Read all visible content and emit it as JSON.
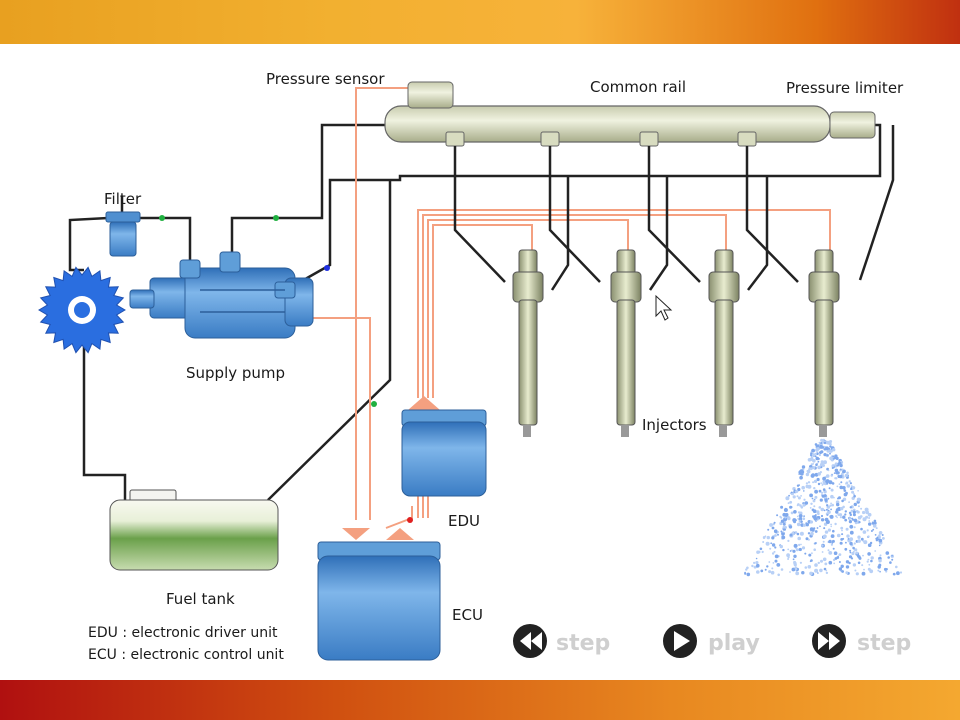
{
  "labels": {
    "pressure_sensor": "Pressure sensor",
    "common_rail": "Common rail",
    "pressure_limiter": "Pressure limiter",
    "filter": "Filter",
    "supply_pump": "Supply pump",
    "injectors": "Injectors",
    "edu": "EDU",
    "ecu": "ECU",
    "fuel_tank": "Fuel tank"
  },
  "legend": {
    "line1": "EDU : electronic driver unit",
    "line2": "ECU : electronic control unit"
  },
  "controls": {
    "back_label": "step",
    "play_label": "play",
    "forward_label": "step"
  },
  "colors": {
    "fuel_line": "#222222",
    "signal_line": "#f4a080",
    "component_blue": "#4f8fd0",
    "rail_green": "#d8dcc0",
    "spray": "#8fb8f0"
  },
  "icons": [
    "rewind-icon",
    "play-icon",
    "fast-forward-icon",
    "mouse-cursor-icon",
    "gear-icon"
  ]
}
